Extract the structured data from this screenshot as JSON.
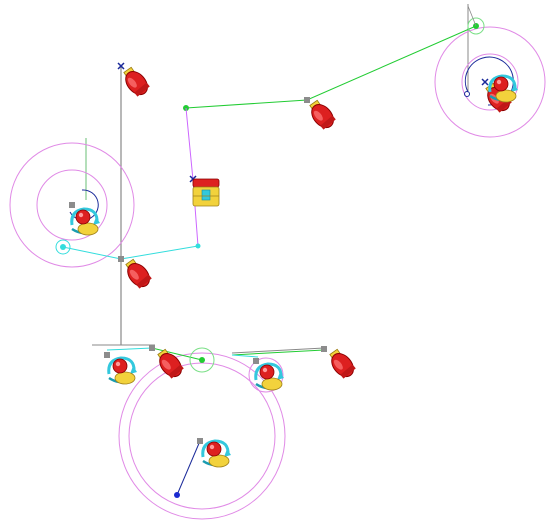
{
  "canvas": {
    "background": "#ffffff"
  },
  "colors": {
    "axis": "#888888",
    "green_link": "#22cc33",
    "cyan_link": "#33dddd",
    "violet_link": "#cc66ff",
    "pink_circle": "#e08ae6",
    "navy": "#1a2a9a",
    "red": "#dd2020",
    "yellow": "#f2d23c",
    "cyan": "#33c8dd"
  },
  "components": [
    {
      "kind": "servo-icon",
      "name": "servo-top-axis"
    },
    {
      "kind": "servo-icon",
      "name": "servo-top-right"
    },
    {
      "kind": "servo-icon",
      "name": "servo-upper-middle"
    },
    {
      "kind": "servo-icon",
      "name": "servo-left-base"
    },
    {
      "kind": "servo-icon",
      "name": "servo-bottom-left"
    },
    {
      "kind": "servo-icon",
      "name": "servo-bottom-right"
    },
    {
      "kind": "rotary-joint-icon",
      "name": "joint-left"
    },
    {
      "kind": "rotary-joint-icon",
      "name": "joint-top-right"
    },
    {
      "kind": "rotary-joint-icon",
      "name": "joint-bottom-1"
    },
    {
      "kind": "rotary-joint-icon",
      "name": "joint-bottom-2"
    },
    {
      "kind": "rotary-joint-icon",
      "name": "joint-bottom-center"
    },
    {
      "kind": "toolbox-icon",
      "name": "toolbox-center"
    }
  ]
}
